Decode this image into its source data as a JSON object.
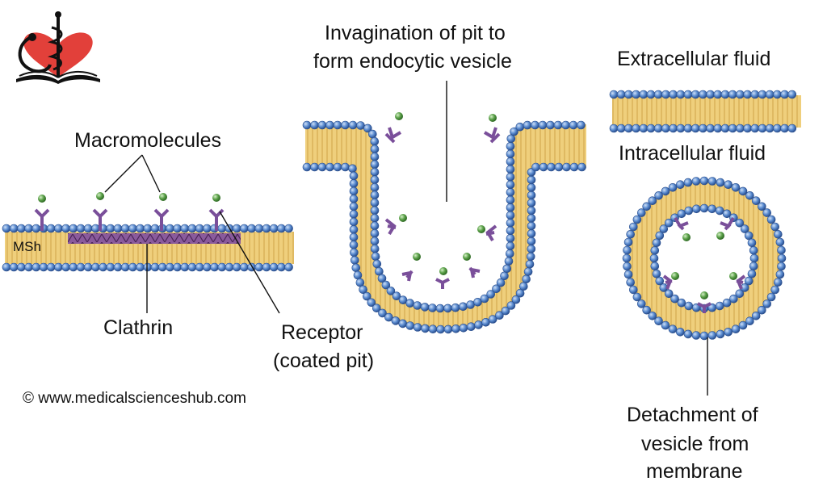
{
  "labels": {
    "macromolecules": "Macromolecules",
    "clathrin": "Clathrin",
    "receptor_line1": "Receptor",
    "receptor_line2": "(coated pit)",
    "invagination_line1": "Invagination of pit to",
    "invagination_line2": "form endocytic vesicle",
    "extracellular": "Extracellular fluid",
    "intracellular": "Intracellular fluid",
    "detachment_line1": "Detachment of",
    "detachment_line2": "vesicle from",
    "detachment_line3": "membrane",
    "watermark": "MSh",
    "copyright": "© www.medicalscienceshub.com"
  },
  "colors": {
    "head": "#4f80c6",
    "head_dark": "#2a4f8f",
    "tail": "#e9c46a",
    "tail_line": "#c7983a",
    "receptor": "#7a4f9a",
    "macromolecule": "#5aa048",
    "clathrin": "#6b3a7a",
    "logo_heart": "#e2403a",
    "text": "#111111"
  },
  "icons": {
    "logo": "heart-stethoscope-book-logo"
  }
}
